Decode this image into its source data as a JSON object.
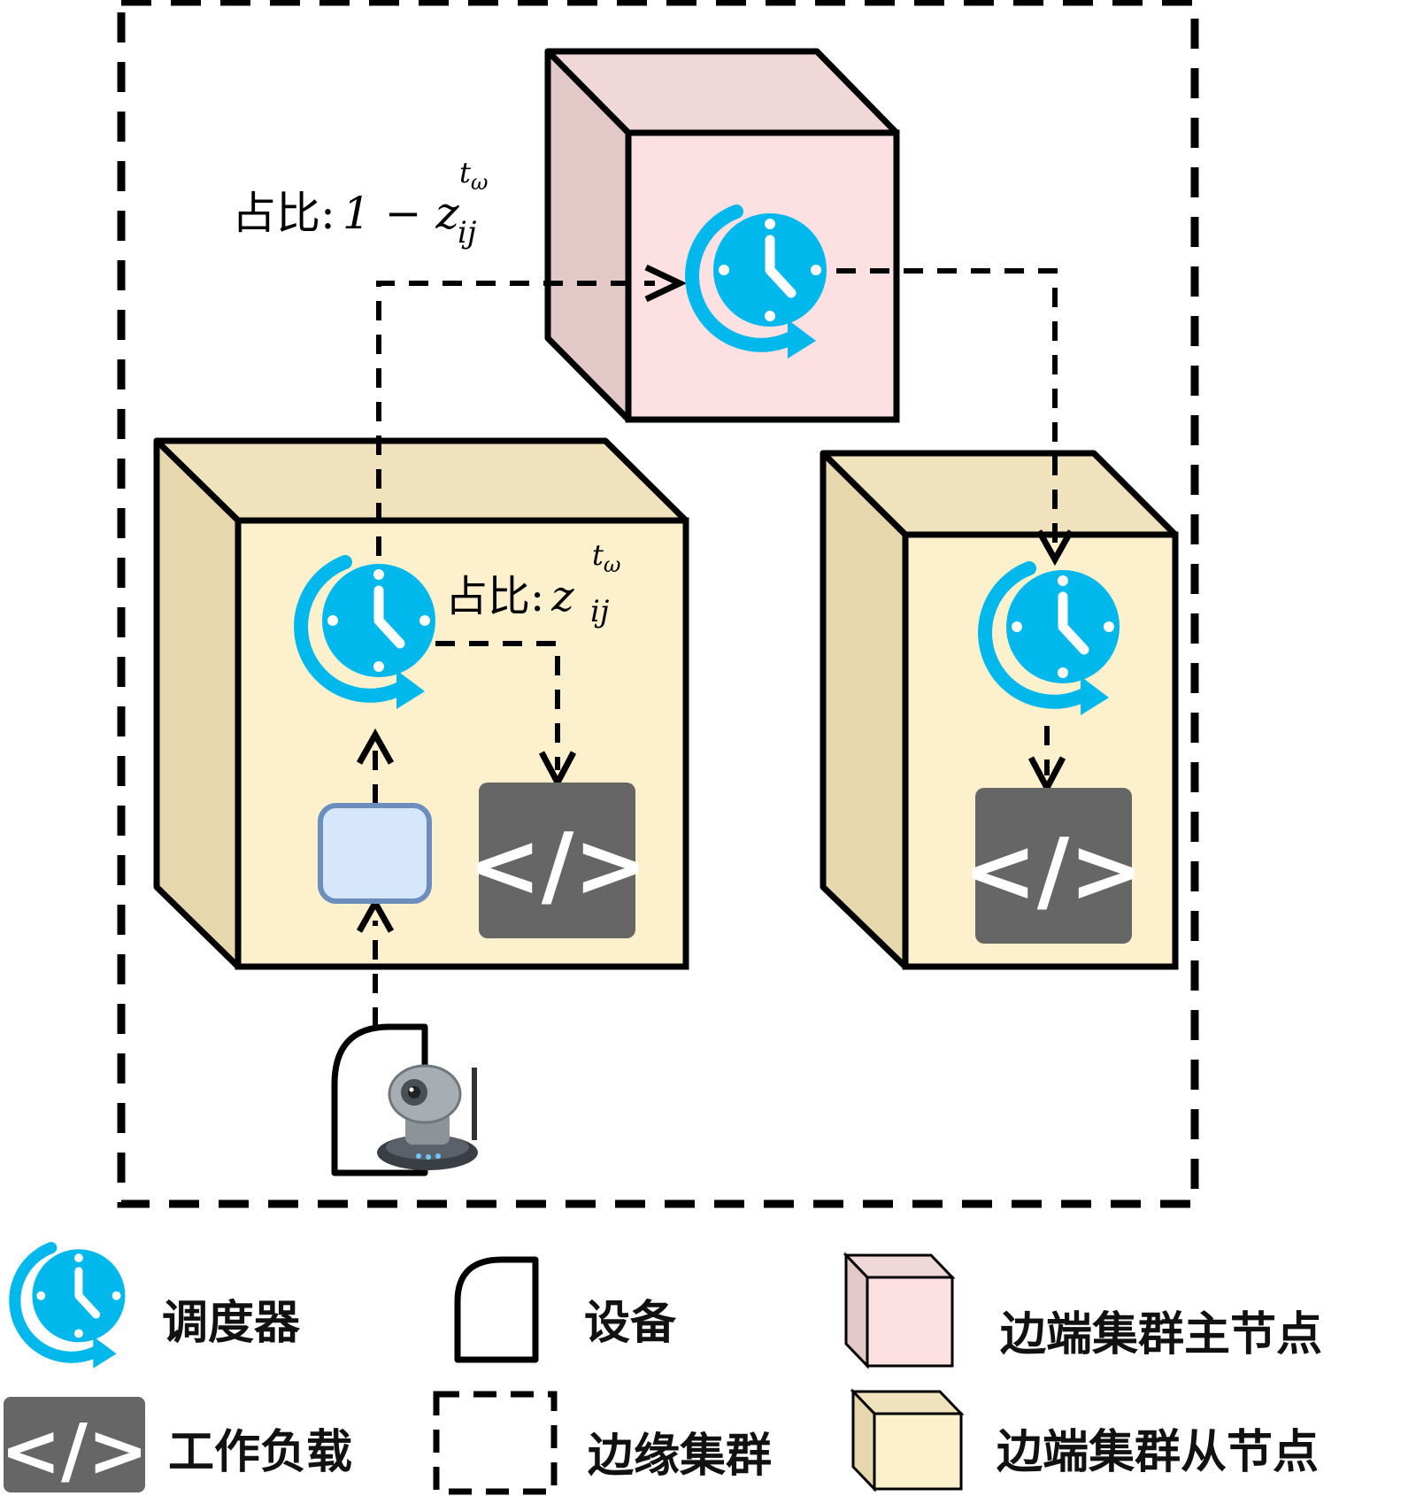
{
  "colors": {
    "master_front": "#fde0e2",
    "master_top": "#f0d8d8",
    "master_side": "#e3c8c8",
    "worker_front": "#fdf0cc",
    "worker_top": "#f0e2bc",
    "worker_side": "#e6d7ad",
    "scheduler": "#00b8ec",
    "workload": "#666666",
    "buffer_fill": "#d6e6fb",
    "buffer_stroke": "#6c8ebf",
    "line": "#000000"
  },
  "labels": {
    "master_ratio": {
      "prefix": "占比:",
      "expr": "1 − z",
      "sup": "t",
      "sup_sub": "ω",
      "sub": "ij"
    },
    "local_ratio": {
      "prefix": "占比:",
      "expr": "z",
      "sup": "t",
      "sup_sub": "ω",
      "sub": "ij"
    }
  },
  "workload_symbol": "</>",
  "legend": {
    "scheduler": "调度器",
    "device": "设备",
    "master_node": "边端集群主节点",
    "workload": "工作负载",
    "edge_cluster": "边缘集群",
    "worker_node": "边端集群从节点"
  }
}
